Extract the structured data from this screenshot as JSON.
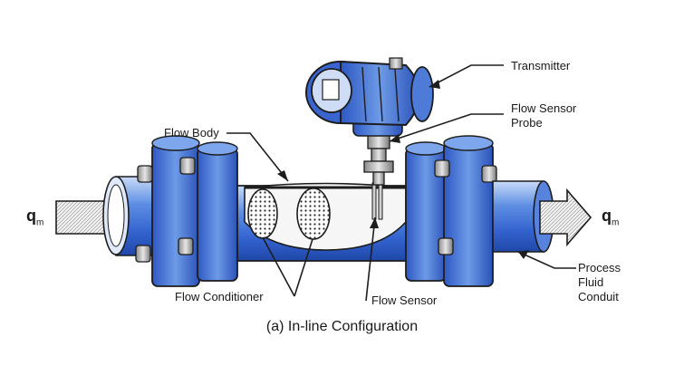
{
  "labels": {
    "transmitter": "Transmitter",
    "flow_sensor_probe": [
      "Flow Sensor",
      "Probe"
    ],
    "flow_body": "Flow Body",
    "flow_conditioner": "Flow Conditioner",
    "flow_sensor": "Flow Sensor",
    "process_fluid_conduit": [
      "Process",
      "Fluid",
      "Conduit"
    ],
    "q_left": "q",
    "q_left_sub": "m",
    "q_right": "q",
    "q_right_sub": "m"
  },
  "caption": "(a) In-line Configuration",
  "colors": {
    "pipe_blue": "#3d6ed8",
    "pipe_light": "#a9c3f2",
    "outline": "#1d1d1d",
    "metal": "#b9b9b9"
  }
}
